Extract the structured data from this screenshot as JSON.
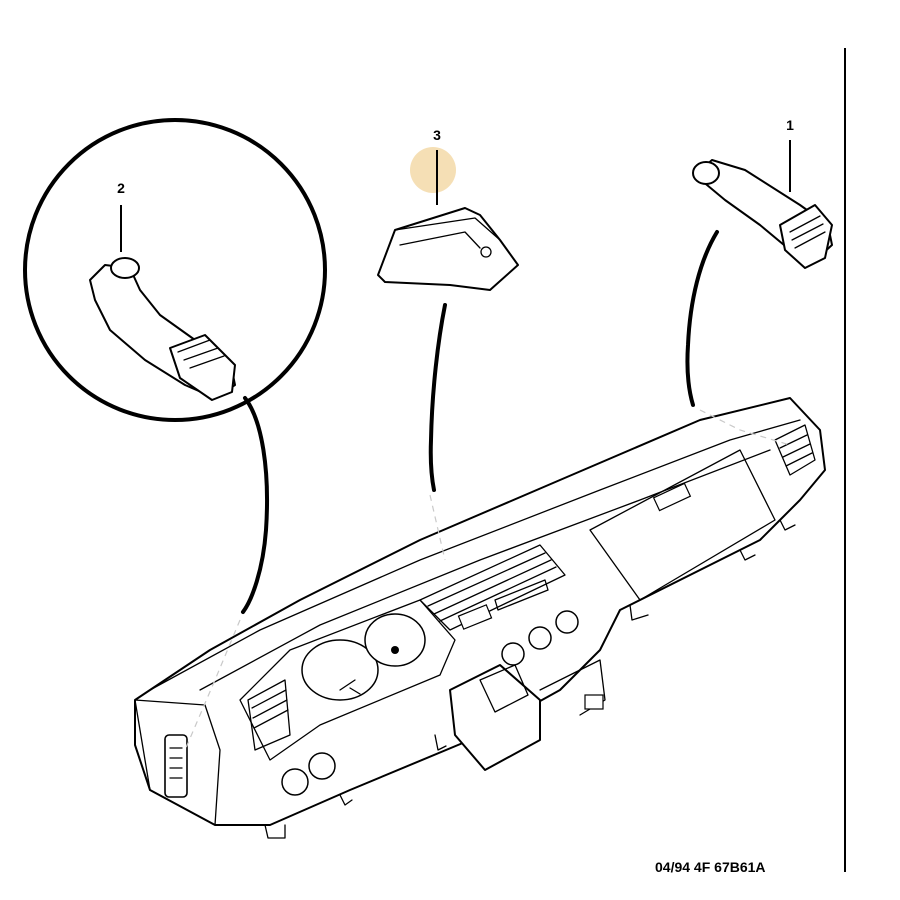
{
  "callouts": [
    {
      "number": "1"
    },
    {
      "number": "2"
    },
    {
      "number": "3"
    }
  ],
  "reference_code": "04/94 4F 67B61A",
  "highlight_color": "#f3d9a8",
  "line_color": "#000000"
}
